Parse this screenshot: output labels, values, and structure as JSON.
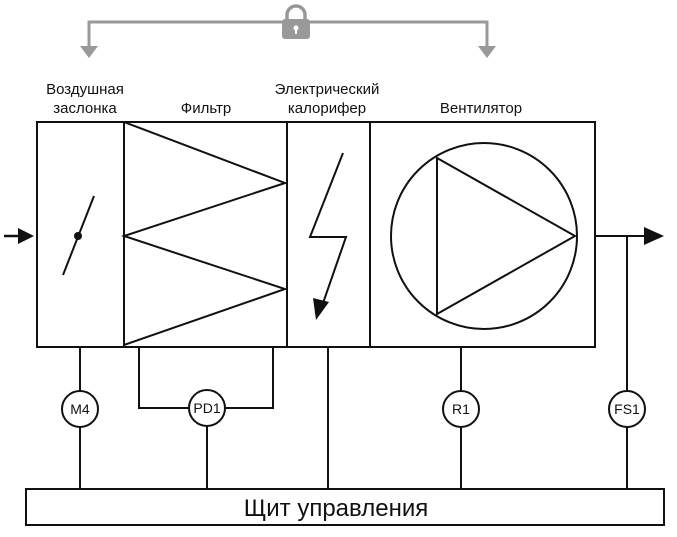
{
  "sections": {
    "damper": {
      "label_line1": "Воздушная",
      "label_line2": "заслонка"
    },
    "filter": {
      "label": "Фильтр"
    },
    "heater": {
      "label_line1": "Электрический",
      "label_line2": "калорифер"
    },
    "fan": {
      "label": "Вентилятор"
    }
  },
  "sensors": {
    "m4": "M4",
    "pd1": "PD1",
    "r1": "R1",
    "fs1": "FS1"
  },
  "control_panel": {
    "label": "Щит управления"
  },
  "colors": {
    "line": "#111111",
    "interlock": "#999999"
  },
  "icons": {
    "interlock": "lock-icon"
  }
}
